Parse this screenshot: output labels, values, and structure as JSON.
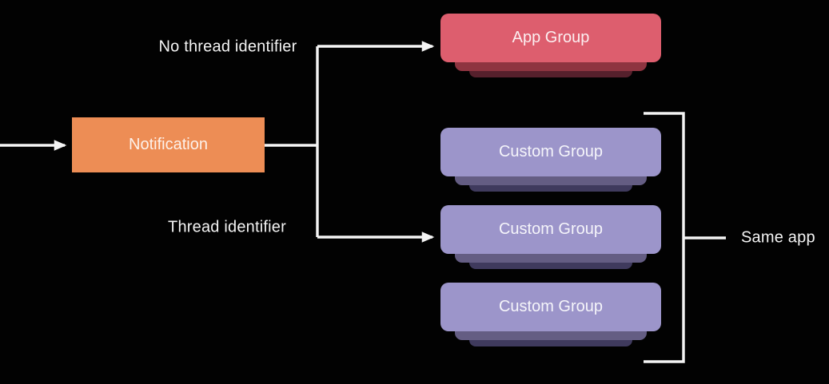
{
  "diagram": {
    "background_color": "#020202",
    "line_color": "#F4F4F4",
    "labels": {
      "no_thread_identifier": "No thread identifier",
      "thread_identifier": "Thread identifier",
      "same_app": "Same app"
    },
    "nodes": {
      "notification": {
        "label": "Notification",
        "color": "#ED8D55"
      },
      "app_group": {
        "label": "App Group",
        "color": "#DD5E6E",
        "stack_shelf_colors": [
          "#8E3440",
          "#56202C"
        ]
      },
      "custom_groups": [
        {
          "label": "Custom Group"
        },
        {
          "label": "Custom Group"
        },
        {
          "label": "Custom Group"
        }
      ],
      "custom_group_color": "#9C95CA",
      "custom_group_shelf_colors": [
        "#645D83",
        "#3F3A5D"
      ]
    }
  }
}
